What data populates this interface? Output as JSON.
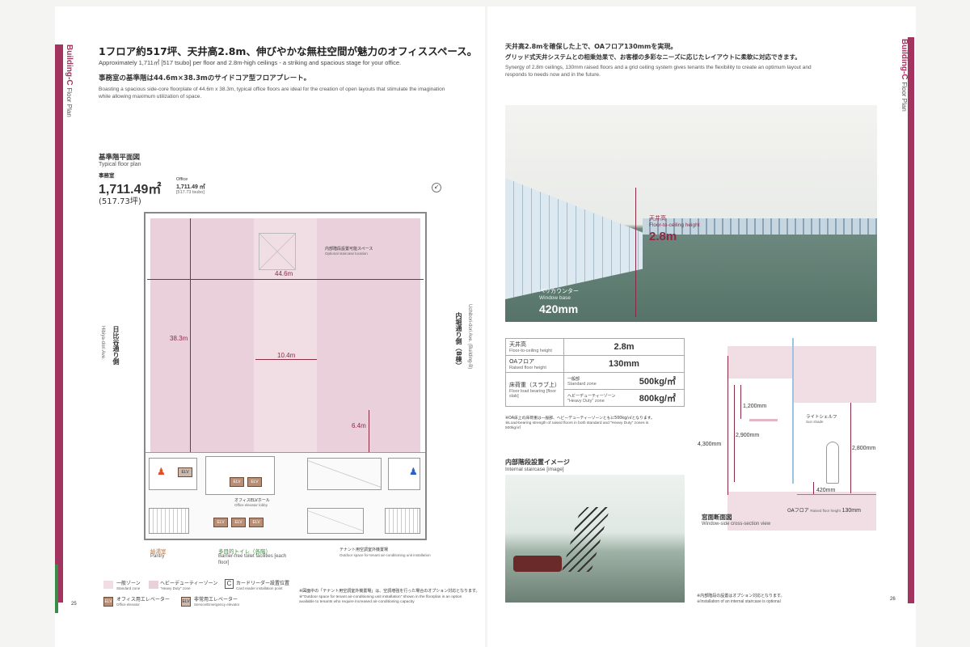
{
  "left_page": {
    "side_tab": {
      "title": "Building-C",
      "subtitle": "Floor Plan"
    },
    "headline_jp": "1フロア約517坪、天井高2.8m、伸びやかな無柱空間が魅力のオフィススペース。",
    "headline_en": "Approximately 1,711㎡ [517 tsubo] per floor and 2.8m-high ceilings - a striking and spacious stage for your office.",
    "sub_jp": "事務室の基準階は44.6m×38.3mのサイドコア型フロアプレート。",
    "sub_en": "Boasting a spacious side-core floorplate of 44.6m x 38.3m, typical office floors are ideal for the creation of open layouts that stimulate the imagination while allowing maximum utilization of space.",
    "plan_title_jp": "基準階平面図",
    "plan_title_en": "Typical floor plan",
    "area_label_jp": "事務室",
    "area_value": "1,711.49㎡",
    "area_tsubo": "(517.73坪)",
    "area_en_label": "Office",
    "area_en_value": "1,711.49 ㎡",
    "area_en_tsubo": "[517.73 tsubo]",
    "plan": {
      "width_dim": "44.6m",
      "depth_dim": "38.3m",
      "span_dim": "10.4m",
      "core_dim": "6.4m",
      "staircase_jp": "内部階段設置可能スペース",
      "staircase_en": "Optional staircase location",
      "left_street_jp": "日比谷通り側",
      "left_street_en": "Hibiya-dori Ave.",
      "right_street_jp": "内堀通り側（B棟）",
      "right_street_en": "Uchibori-dori Ave. (Building-B)",
      "elv_label": "ELV",
      "lobby_jp": "オフィスELVホール",
      "lobby_en": "Office elevator lobby",
      "pantry_jp": "給湯室",
      "pantry_en": "Pantry",
      "toilet_jp": "多目的トイレ（各階）",
      "toilet_en": "Barrier-free toilet facilities [each floor]",
      "outdoor_jp": "テナント用空調室外機置場",
      "outdoor_en": "Outdoor space for tenant air-conditioning unit installation"
    },
    "legend": [
      {
        "jp": "一般ゾーン",
        "en": "Standard zone"
      },
      {
        "jp": "ヘビーデューティーゾーン",
        "en": "\"Heavy Duty\" zone"
      },
      {
        "symbol": "C",
        "jp": "カードリーダー設置位置",
        "en": "Card reader installation point"
      },
      {
        "symbol": "ELV",
        "jp": "オフィス用エレベーター",
        "en": "Office elevator"
      },
      {
        "symbol": "ELV",
        "jp": "非常用エレベーター",
        "en": "Service/Emergency elevator"
      }
    ],
    "note_jp": "※図面中の「テナント用空調室外機置場」は、空調増強を行った場合のオプション対応となります。",
    "note_en": "※\"Outdoor space for tenant air-conditioning unit installation\" shown in the floorplan is an option available to tenants who require increased air-conditioning capacity",
    "page_number": "25"
  },
  "right_page": {
    "side_tab": {
      "title": "Building-C",
      "subtitle": "Floor Plan"
    },
    "headline_jp_1": "天井高2.8mを確保した上で、OAフロア130mmを実現。",
    "headline_jp_2": "グリッド式天井システムとの相乗効果で、お客様の多彩なニーズに応じたレイアウトに柔軟に対応できます。",
    "headline_en": "Synergy of 2.8m ceilings, 130mm raised floors and a grid ceiling system gives tenants the flexibility to create an optimum layout and responds to needs now and in the future.",
    "photo": {
      "ceiling_jp": "天井高",
      "ceiling_en": "Floor-to-ceiling height",
      "ceiling_value": "2.8m",
      "window_jp": "ペリカウンター",
      "window_en": "Window base",
      "window_value": "420mm"
    },
    "spec_table": [
      {
        "jp": "天井高",
        "en": "Floor-to-ceiling height",
        "value": "2.8m"
      },
      {
        "jp": "OAフロア",
        "en": "Raised floor height",
        "value": "130mm"
      },
      {
        "jp": "床荷重（スラブ上）",
        "en": "Floor load bearing [floor slab]",
        "sub": [
          {
            "jp": "一般部",
            "en": "Standard zone",
            "value": "500kg/㎡"
          },
          {
            "jp": "ヘビーデューティーゾーン",
            "en": "\"Heavy Duty\" zone",
            "value": "800kg/㎡"
          }
        ]
      }
    ],
    "table_note_jp": "※OA床上の床荷重は一般部、ヘビーデューティーゾーンともに500kg/㎡となります。",
    "table_note_en": "※Load-bearing strength of raised floors in both standard and \"Heavy Duty\" zones is 500kg/㎡",
    "staircase_title_jp": "内部階段設置イメージ",
    "staircase_title_en": "Internal staircase [image]",
    "section": {
      "d4300": "4,300mm",
      "d2900": "2,900mm",
      "d1200": "1,200mm",
      "d2800": "2,800mm",
      "d420": "420mm",
      "shelf_jp": "ライトシェルフ",
      "shelf_en": "Sun shade",
      "oa_jp": "OAフロア",
      "oa_en": "Raised floor height",
      "oa_value": "130mm",
      "title_jp": "窓面断面図",
      "title_en": "Window-side cross-section view"
    },
    "staircase_note_jp": "※内部階段の設置はオプション対応となります。",
    "staircase_note_en": "※Installation of an internal staircase is optional",
    "page_number": "26"
  },
  "colors": {
    "accent": "#a3335f",
    "pink_zone": "#f1dde4",
    "elevator": "#b98e74",
    "floor_green": "#5f7d73"
  }
}
